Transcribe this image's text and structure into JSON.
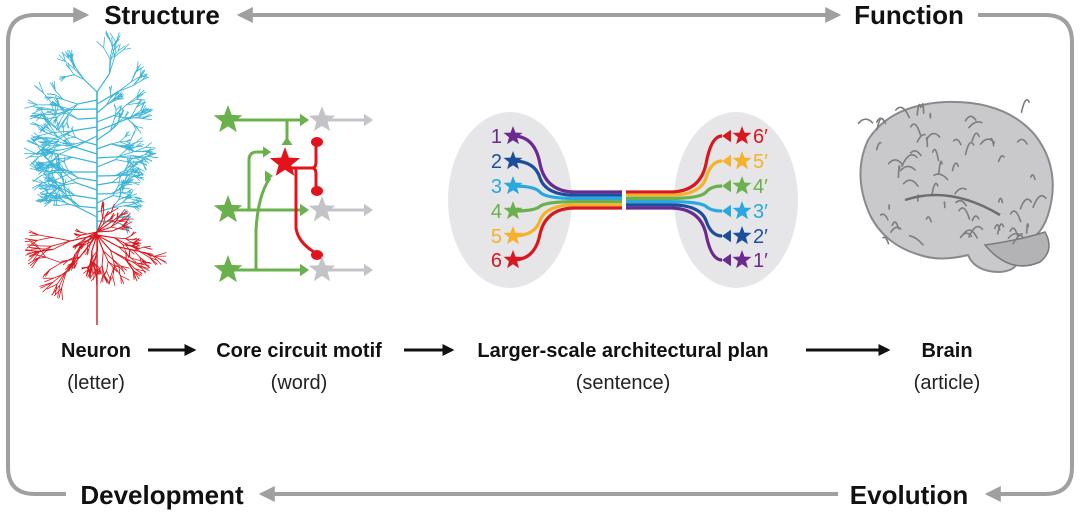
{
  "cycle": {
    "top_left": "Structure",
    "top_right": "Function",
    "bottom_left": "Development",
    "bottom_right": "Evolution"
  },
  "stages": [
    {
      "title": "Neuron",
      "analogy": "(letter)"
    },
    {
      "title": "Core circuit motif",
      "analogy": "(word)"
    },
    {
      "title": "Larger-scale architectural plan",
      "analogy": "(sentence)"
    },
    {
      "title": "Brain",
      "analogy": "(article)"
    }
  ],
  "plan": {
    "left_labels": [
      "1",
      "2",
      "3",
      "4",
      "5",
      "6"
    ],
    "right_labels": [
      "6′",
      "5′",
      "4′",
      "3′",
      "2′",
      "1′"
    ]
  },
  "colors": {
    "loop": "#a0a0a0",
    "dendrite_apical": "#3bb4d8",
    "dendrite_basal": "#d7191f",
    "excitatory": "#6ab04c",
    "inhibitory": "#e3121b",
    "target": "#c4c4c8",
    "modules": [
      "#6a2a8f",
      "#1b4f9c",
      "#2aa7e0",
      "#6ab04c",
      "#f5b12a",
      "#d7191f"
    ]
  }
}
